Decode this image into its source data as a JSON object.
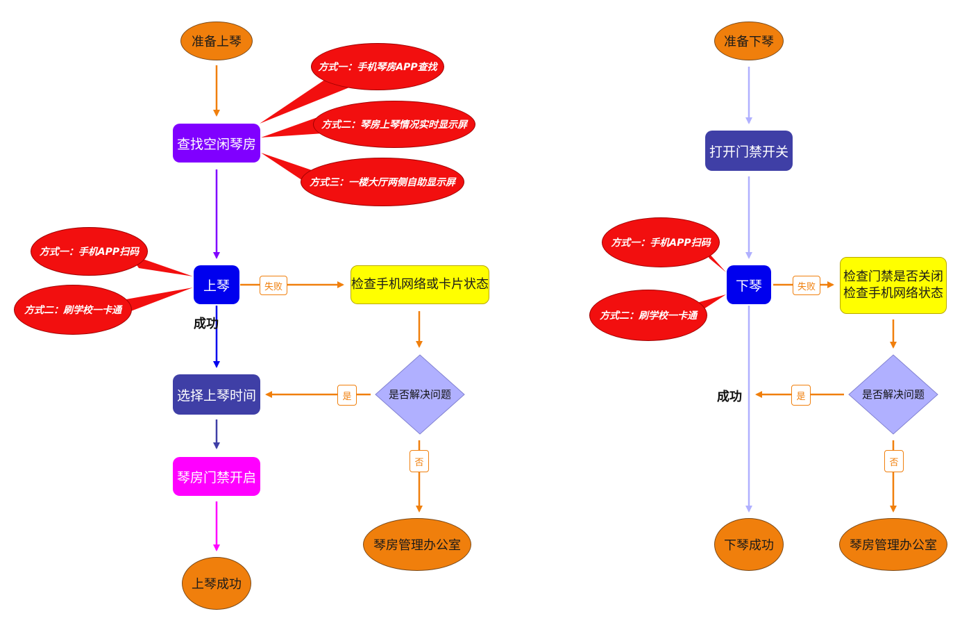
{
  "colors": {
    "orange": "#f07f0c",
    "purple": "#8000ff",
    "blue": "#0000ee",
    "indigo": "#3f3fa6",
    "magenta": "#ff00ff",
    "lavender": "#b0b0ff",
    "red": "#f20f0f",
    "yellow": "#ffff00"
  },
  "left_flow": {
    "start": "准备上琴",
    "find_room": "查找空闲琴房",
    "find_methods": [
      "方式一：手机琴房APP查找",
      "方式二：琴房上琴情况实时显示屏",
      "方式三：一楼大厅两侧自助显示屏"
    ],
    "checkin": "上琴",
    "checkin_methods": [
      "方式一：手机APP扫码",
      "方式二：刷学校一卡通"
    ],
    "fail_label": "失败",
    "check_status": "检查手机网络或卡片状态",
    "decision": "是否解决问题",
    "yes_label": "是",
    "no_label": "否",
    "office": "琴房管理办公室",
    "success_label": "成功",
    "select_time": "选择上琴时间",
    "door_open": "琴房门禁开启",
    "end": "上琴成功"
  },
  "right_flow": {
    "start": "准备下琴",
    "open_switch": "打开门禁开关",
    "checkout": "下琴",
    "checkout_methods": [
      "方式一：手机APP扫码",
      "方式二：刷学校一卡通"
    ],
    "fail_label": "失败",
    "check_status_line1": "检查门禁是否关闭",
    "check_status_line2": "检查手机网络状态",
    "decision": "是否解决问题",
    "yes_label": "是",
    "no_label": "否",
    "success_label": "成功",
    "office": "琴房管理办公室",
    "end": "下琴成功"
  }
}
